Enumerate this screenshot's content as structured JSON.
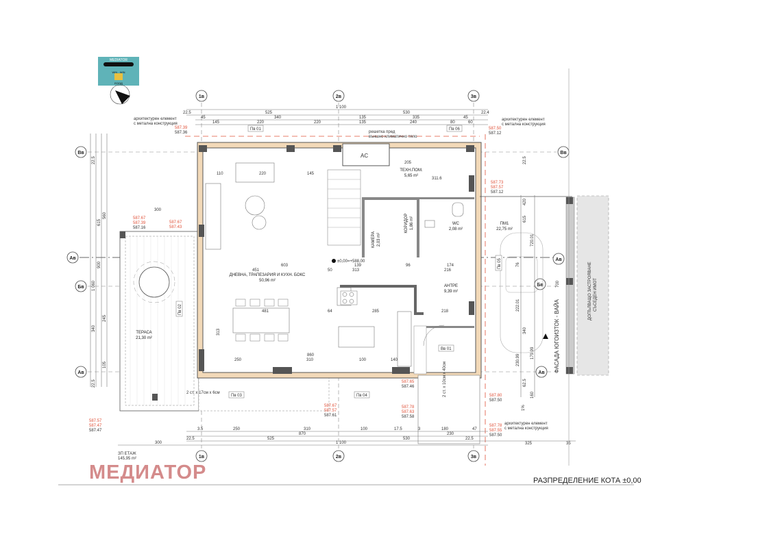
{
  "logo": {
    "top_text": "MEDIATOR",
    "middle_text": "WIN - WIN",
    "bottom_text": "ЕООД"
  },
  "brand": "МЕДИАТОР",
  "caption": "РАЗПРЕДЕЛЕНИЕ КОТА ±0,00",
  "elevation_datum": "±0,00=+588,00",
  "grid_axes": {
    "v1": "1в",
    "v2": "2в",
    "v3": "3в",
    "h_top": "Вв",
    "h_mid": "Бв",
    "h_bot": "Ав",
    "section": "Ав"
  },
  "rooms": {
    "living": {
      "name": "ДНЕВНА, ТРАПЕЗАРИЯ И КУХН. БОКС",
      "area": "50,96 m²"
    },
    "tech": {
      "name": "ТЕХН.ПОМ.",
      "area": "5,65 m²"
    },
    "entry": {
      "name": "АНТРЕ",
      "area": "9,39 m²"
    },
    "terrace": {
      "name": "ТЕРАСА",
      "area": "21,30 m²"
    },
    "parking": {
      "name": "ПМ1",
      "area": "22,75 m²"
    },
    "wc": {
      "name": "WC",
      "area": "2,08 m²"
    },
    "corridor": {
      "name": "КОРИДОР",
      "area": "1,86 m²"
    },
    "storage": {
      "name": "КАМЕРА",
      "area": "2,03 m²"
    },
    "floor_total": {
      "name": "ЗП ЕТАЖ",
      "area": "145,95 m²"
    }
  },
  "facade_label": "ФАСАДА ЮГОИЗТОК - ВАЙА",
  "neighbor_label": {
    "line1": "ДОПЪЛВАЩО ЗАСТРОЯВАНЕ",
    "line2": "СЪСЕДЕН ИМОТ"
  },
  "notes": {
    "arch_element_1": "архитектурен елемент",
    "arch_element_2": "с метална конструкция",
    "grille_1": "решетка пред",
    "grille_2": "външно климатично тяло",
    "ac": "AC",
    "stairs_terrace": "2 ст. х 17см х 6см",
    "stairs_entry": "2 ст. х 10см х 40см",
    "slope": "1%"
  },
  "windows": [
    "Пв 01",
    "Пв 06",
    "Пв 03",
    "Пв 04",
    "Вв 01",
    "Пв 02",
    "Пв 05"
  ],
  "levels": {
    "tl_red": "587.39",
    "tl_black": "587.36",
    "tr_red": "587.50",
    "tr_black": "587.12",
    "r_red1": "587.73",
    "r_red2": "587.57",
    "r_black": "587.12",
    "lt_red1": "587.67",
    "lt_red2": "587.39",
    "lt_black": "587.16",
    "t2_red1": "587.67",
    "t2_red2": "587.43",
    "bl_red1": "587.57",
    "bl_red2": "587.47",
    "bl_black": "587.47",
    "bm_red1": "587.67",
    "bm_red2": "587.57",
    "bm_black": "587.61",
    "e_red": "587.65",
    "e_black": "587.46",
    "s_red1": "587.78",
    "s_red2": "587.63",
    "s_black": "587.58",
    "br_red": "587.80",
    "br_black": "587.50",
    "br2_red1": "587.78",
    "br2_red2": "587.55",
    "br2_black": "587.50"
  },
  "dims_top": {
    "total": "1 100",
    "a": "525",
    "b": "530",
    "c": "22.5",
    "d": "22.4",
    "e": "45",
    "f": "340",
    "g": "135",
    "h": "335",
    "i": "145",
    "j": "220",
    "k": "220",
    "l": "135",
    "m": "240",
    "n": "80",
    "o": "60"
  },
  "dims_bottom": {
    "a": "3.5",
    "b": "250",
    "c": "310",
    "d": "100",
    "e": "17.5",
    "f": "3",
    "g": "180",
    "h": "47",
    "i": "870",
    "j": "230",
    "k": "22.5",
    "l": "525",
    "m": "530",
    "n": "22.5",
    "o": "1 100",
    "p": "300",
    "q": "325",
    "r": "35"
  },
  "dims_left": {
    "a": "22.5",
    "b": "615",
    "c": "560",
    "d": "900",
    "e": "1 060",
    "f": "340",
    "g": "245",
    "h": "105",
    "i": "22.5",
    "j": "300"
  },
  "dims_right": {
    "a": "22.5",
    "b": "615",
    "c": "720.01",
    "d": "700",
    "e": "222.01",
    "f": "340",
    "g": "179.99",
    "h": "230.99",
    "i": "62.5",
    "j": "420",
    "k": "76",
    "l": "160"
  },
  "dims_inner": {
    "a": "603",
    "b": "451",
    "c": "50",
    "d": "139",
    "e": "313",
    "f": "96",
    "g": "174",
    "h": "216",
    "i": "481",
    "j": "64",
    "k": "285",
    "l": "218",
    "m": "250",
    "n": "310",
    "o": "100",
    "p": "140",
    "q": "205",
    "r": "311.6",
    "s": "110",
    "t": "220",
    "u": "145",
    "v": "300",
    "w": "313",
    "x": "860"
  }
}
